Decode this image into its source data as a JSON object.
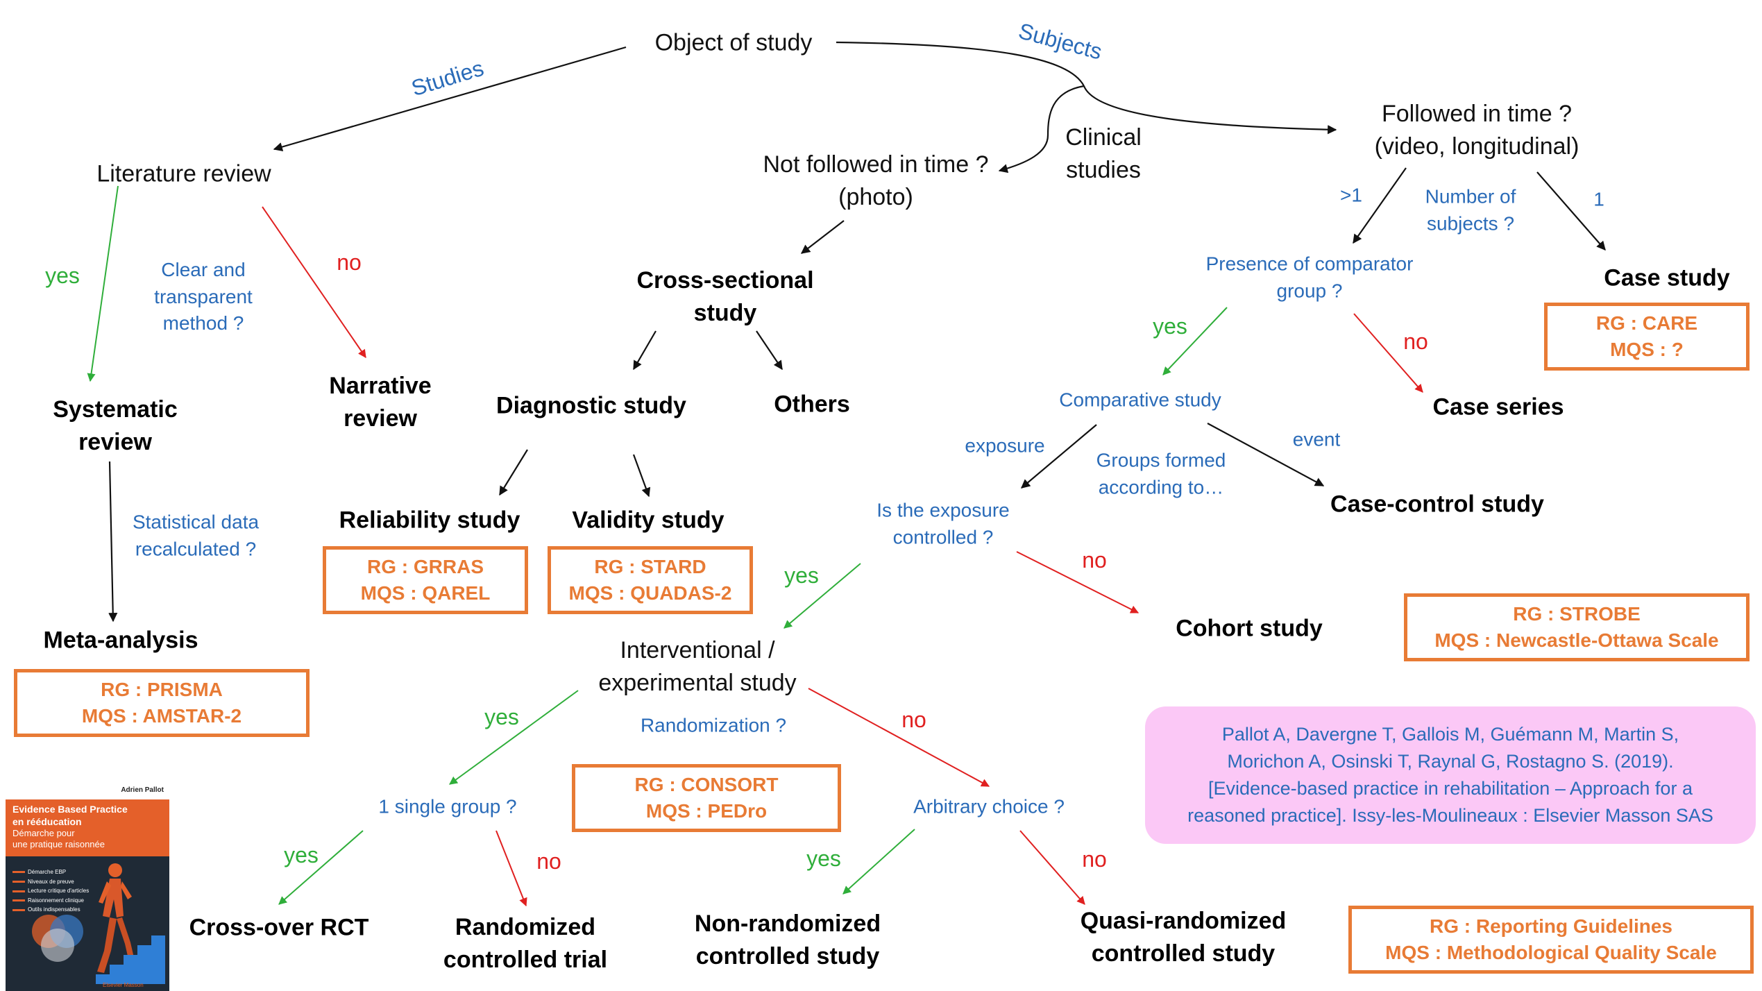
{
  "nodes": {
    "object_of_study": "Object of study",
    "literature_review": "Literature review",
    "clinical_studies": [
      "Clinical",
      "studies"
    ],
    "not_followed": [
      "Not followed in time ?",
      "(photo)"
    ],
    "followed": [
      "Followed in time ?",
      "(video, longitudinal)"
    ],
    "systematic_review": [
      "Systematic",
      "review"
    ],
    "narrative_review": [
      "Narrative",
      "review"
    ],
    "meta_analysis": "Meta-analysis",
    "cross_sectional": [
      "Cross-sectional",
      "study"
    ],
    "diagnostic_study": "Diagnostic study",
    "others": "Others",
    "reliability_study": "Reliability study",
    "validity_study": "Validity study",
    "case_study": "Case study",
    "case_series": "Case series",
    "comparative_study": "Comparative study",
    "case_control": "Case-control study",
    "cohort_study": "Cohort study",
    "interventional": [
      "Interventional /",
      "experimental study"
    ],
    "cross_over": "Cross-over RCT",
    "rct": [
      "Randomized",
      "controlled trial"
    ],
    "non_randomized": [
      "Non-randomized",
      "controlled study"
    ],
    "quasi_randomized": [
      "Quasi-randomized",
      "controlled study"
    ]
  },
  "questions": {
    "clear_method": [
      "Clear and",
      "transparent",
      "method ?"
    ],
    "statistical_data": [
      "Statistical data",
      "recalculated ?"
    ],
    "number_of_subjects": [
      "Number of",
      "subjects ?"
    ],
    "presence_comparator": [
      "Presence of comparator",
      "group ?"
    ],
    "groups_formed": [
      "Groups formed",
      "according to…"
    ],
    "exposure_controlled": [
      "Is the exposure",
      "controlled ?"
    ],
    "randomization": "Randomization ?",
    "single_group": "1 single group ?",
    "arbitrary_choice": "Arbitrary choice ?"
  },
  "edge_labels": {
    "studies": "Studies",
    "subjects": "Subjects",
    "gt1": ">1",
    "one": "1",
    "exposure": "exposure",
    "event": "event",
    "yes": "yes",
    "no": "no"
  },
  "boxes": {
    "prisma": [
      "RG : PRISMA",
      "MQS : AMSTAR-2"
    ],
    "grras": [
      "RG : GRRAS",
      "MQS : QAREL"
    ],
    "stard": [
      "RG : STARD",
      "MQS : QUADAS-2"
    ],
    "care": [
      "RG : CARE",
      "MQS : ?"
    ],
    "strobe": [
      "RG : STROBE",
      "MQS : Newcastle-Ottawa Scale"
    ],
    "consort": [
      "RG : CONSORT",
      "MQS : PEDro"
    ],
    "legend": [
      "RG : Reporting Guidelines",
      "MQS : Methodological Quality Scale"
    ]
  },
  "citation": [
    "Pallot A, Davergne T, Gallois M, Guémann M, Martin S,",
    "Morichon A, Osinski T, Raynal G, Rostagno S. (2019).",
    "[Evidence-based practice in rehabilitation – Approach for a",
    "reasoned practice]. Issy-les-Moulineaux : Elsevier Masson SAS"
  ],
  "book_cover": {
    "author": "Adrien Pallot",
    "title_line1": "Evidence Based Practice",
    "title_line2": "en rééducation",
    "subtitle_line1": "Démarche pour",
    "subtitle_line2": "une pratique raisonnée",
    "topics": [
      "Démarche EBP",
      "Niveaux de preuve",
      "Lecture critique d'articles",
      "Raisonnement clinique",
      "Outils indispensables"
    ],
    "publisher": "Elsevier Masson"
  },
  "colors": {
    "black_arrow": "#111111",
    "yes_green": "#2fae3a",
    "no_red": "#e02020",
    "question_blue": "#2a6bb8",
    "box_orange": "#e87b35",
    "citation_pink": "#fbc8f6"
  }
}
